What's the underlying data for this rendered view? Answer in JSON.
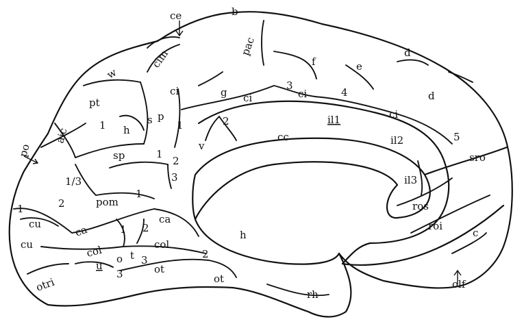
{
  "diagram": {
    "stroke_color": "#111111",
    "background": "#ffffff",
    "labels": {
      "ce": "ce",
      "b": "b",
      "pac": "pac",
      "cim": "cim",
      "w": "w",
      "f": "f",
      "d_upper": "d",
      "e": "e",
      "d_lower": "d",
      "g": "g",
      "ci_upper": "ci",
      "ci_mid": "ci",
      "ci_3": "ci",
      "ci_right": "ci",
      "n3": "3",
      "n4": "4",
      "il1": "il1",
      "pt": "pt",
      "s": "s",
      "p": "p",
      "n1_s": "1",
      "h_upper": "h",
      "n1_pt": "1",
      "aic": "aic",
      "po": "po",
      "n2_v": "2",
      "v": "v",
      "cc": "cc",
      "il2": "il2",
      "n5": "5",
      "sro": "sro",
      "sp": "sp",
      "n1_sp": "1",
      "n2_sp": "2",
      "n3_sp": "3",
      "n1_3": "1/3",
      "n2_left": "2",
      "pom": "pom",
      "n1_pom": "1",
      "n1_far": "1",
      "cu_upper": "cu",
      "ca_left": "ca",
      "ca_mid": "ca",
      "cu_lower": "cu",
      "n1_col": "1",
      "n2_col": "2",
      "col_left": "col",
      "col_right": "col",
      "u": "u",
      "o": "o",
      "t": "t",
      "n3_t": "3",
      "n3_u": "3",
      "n2_ot": "2",
      "ot_left": "ot",
      "ot_mid": "ot",
      "otri": "otri",
      "h_center": "h",
      "rh": "rh",
      "il3": "il3",
      "ros": "ros",
      "roi": "roi",
      "c": "c",
      "olf": "olf"
    }
  }
}
